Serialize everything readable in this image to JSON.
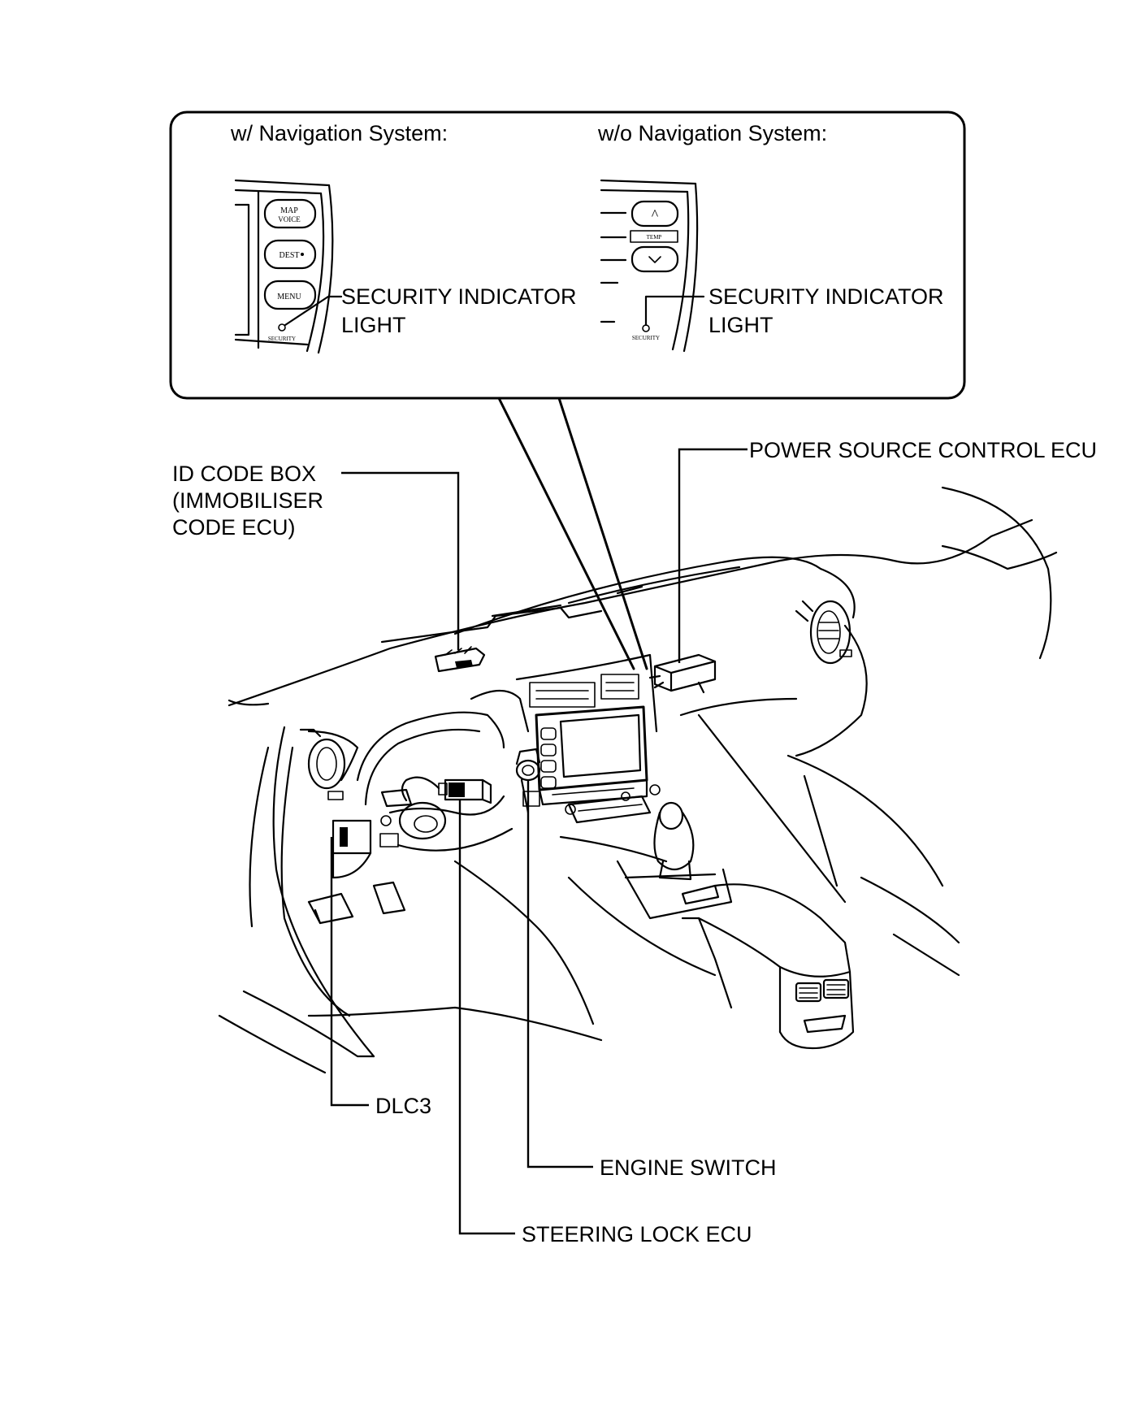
{
  "inset": {
    "with_nav_title": "w/ Navigation System:",
    "without_nav_title": "w/o Navigation System:",
    "with_nav_panel": {
      "button_labels": [
        "MAP\nVOICE",
        "DEST",
        "MENU"
      ],
      "indicator_caption": "SECURITY"
    },
    "without_nav_panel": {
      "button_labels": [
        "^",
        "ˇ"
      ],
      "indicator_caption": "SECURITY"
    },
    "callout_security_line1": "SECURITY INDICATOR",
    "callout_security_line2": "LIGHT"
  },
  "callouts": {
    "id_code_box_line1": "ID CODE BOX",
    "id_code_box_line2": "(IMMOBILISER",
    "id_code_box_line3": "CODE ECU)",
    "power_source_control_ecu": "POWER SOURCE CONTROL ECU",
    "dlc3": "DLC3",
    "engine_switch": "ENGINE SWITCH",
    "steering_lock_ecu": "STEERING LOCK ECU"
  }
}
